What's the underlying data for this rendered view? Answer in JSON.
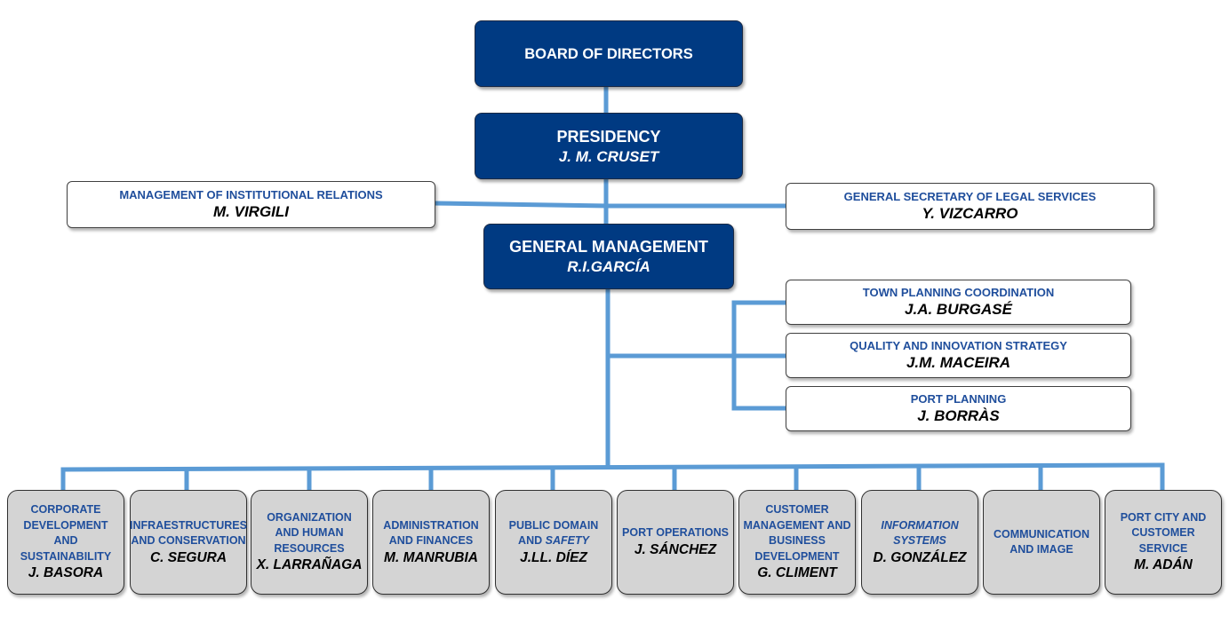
{
  "colors": {
    "dark_box": "#003a82",
    "connector": "#5b9bd5",
    "leaf_box": "#d4d4d4",
    "label_blue": "#1f4e9c"
  },
  "board": {
    "title": "BOARD OF DIRECTORS"
  },
  "presidency": {
    "title": "PRESIDENCY",
    "name": "J. M. CRUSET"
  },
  "institutional": {
    "title": "MANAGEMENT OF INSTITUTIONAL RELATIONS",
    "name": "M. VIRGILI"
  },
  "legal": {
    "title": "GENERAL SECRETARY OF LEGAL SERVICES",
    "name": "Y. VIZCARRO"
  },
  "general_management": {
    "title": "GENERAL MANAGEMENT",
    "name": "R.I.GARCÍA"
  },
  "side_units": [
    {
      "title": "TOWN PLANNING COORDINATION",
      "name": "J.A. BURGASÉ"
    },
    {
      "title": "QUALITY AND INNOVATION STRATEGY",
      "name": "J.M. MACEIRA"
    },
    {
      "title": "PORT PLANNING",
      "name": "J. BORRÀS"
    }
  ],
  "departments": [
    {
      "title": "CORPORATE DEVELOPMENT AND SUSTAINABILITY",
      "name": "J. BASORA"
    },
    {
      "title": "INFRAESTRUCTURES AND CONSERVATION",
      "name": "C. SEGURA"
    },
    {
      "title": "ORGANIZATION AND HUMAN RESOURCES",
      "name": "X. LARRAÑAGA"
    },
    {
      "title": "ADMINISTRATION AND FINANCES",
      "name": "M. MANRUBIA"
    },
    {
      "title": "PUBLIC DOMAIN AND",
      "title_italic": "SAFETY",
      "name": "J.LL. DÍEZ"
    },
    {
      "title": "PORT OPERATIONS",
      "name": "J. SÁNCHEZ"
    },
    {
      "title": "CUSTOMER MANAGEMENT AND BUSINESS DEVELOPMENT",
      "name": "G. CLIMENT"
    },
    {
      "title": "",
      "title_italic": "INFORMATION SYSTEMS",
      "name": "D. GONZÁLEZ"
    },
    {
      "title": "COMMUNICATION AND IMAGE",
      "name": ""
    },
    {
      "title": "PORT CITY AND CUSTOMER SERVICE",
      "name": "M. ADÁN"
    }
  ]
}
